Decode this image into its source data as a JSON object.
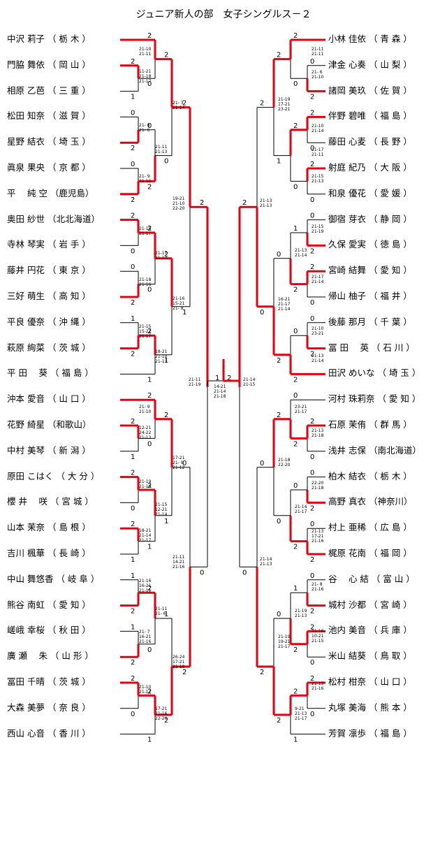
{
  "title": "ジュニア新人の部　女子シングルス－２",
  "left_players": [
    "中沢 莉子 （ 栃 木 ）",
    "門脇 舞依 （ 岡 山 ）",
    "相原 乙芭 （ 三 重 ）",
    "松田 知奈 （ 滋 賀 ）",
    "星野 結衣 （ 埼 玉 ）",
    "眞泉 果央 （ 京 都 ）",
    "平　 純 空 （鹿児島）",
    "奥田 紗世 （北北海道）",
    "寺林 琴実 （ 岩 手 ）",
    "藤井 円花 （ 東 京 ）",
    "三好 萌生 （ 高 知 ）",
    "平良 優奈 （ 沖 縄 ）",
    "萩原 絢菜 （ 茨 城 ）",
    "平 田　 葵 （ 福 島 ）",
    "沖本 愛音 （ 山 口 ）",
    "花野 綺星 （和歌山）",
    "中村 美琴 （ 新 潟 ）",
    "原田 こはく （ 大 分 ）",
    "櫻 井　 咲 （ 宮 城 ）",
    "山本 茉奈 （ 島 根 ）",
    "吉川 楓華 （ 長 崎 ）",
    "中山 舞悠香 （ 岐 阜 ）",
    "熊谷 南虹 （ 愛 知 ）",
    "嵯峨 幸桜 （ 秋 田 ）",
    "廣 瀬　 朱 （ 山 形 ）",
    "冨田 千晴 （ 茨 城 ）",
    "大森 美夢 （ 奈 良 ）",
    "西山 心音 （ 香 川 ）"
  ],
  "right_players": [
    "小林 佳依 （ 青 森 ）",
    "津金 心奏 （ 山 梨 ）",
    "諸岡 美玖 （ 佐 賀 ）",
    "伴野 碧唯 （ 福 島 ）",
    "藤田 心麦 （ 長 野 ）",
    "射庭 紀乃 （ 大 阪 ）",
    "和泉 優花 （ 愛 媛 ）",
    "御宿 芽衣 （ 静 岡 ）",
    "久保 愛実 （ 徳 島 ）",
    "宮崎 結舞 （ 愛 知 ）",
    "帰山 柚子 （ 福 井 ）",
    "後藤 那月 （ 千 葉 ）",
    "冨 田　 英 （ 石 川 ）",
    "田沢 めいな （ 埼 玉 ）",
    "河村 珠莉奈 （ 愛 知 ）",
    "石原 茉侑 （ 群 馬 ）",
    "浅井 志保 （南北海道）",
    "柏木 結衣 （ 栃 木 ）",
    "高野 真衣 （神奈川）",
    "村上 亜稀 （ 広 島 ）",
    "梶原 花南 （ 福 岡 ）",
    "谷　 心 結 （ 富 山 ）",
    "城村 沙都 （ 宮 崎 ）",
    "池内 美音 （ 兵 庫 ）",
    "米山 結葵 （ 鳥 取 ）",
    "松村 柑奈 （ 山 口 ）",
    "丸塚 美海 （ 熊 本 ）",
    "芳賀 凛歩 （ 福 島 ）"
  ],
  "scores": {
    "l_r1_a": [
      "21-10",
      "21-11"
    ],
    "l_r1_b": [
      "11-21",
      "21-18",
      "21-17"
    ],
    "l_r1_c": [
      "21- 8",
      "21- 6"
    ],
    "l_r1_d": [
      "21- 9",
      "21-16"
    ],
    "l_r1_e": [
      "21-18",
      "21-17"
    ],
    "l_r1_f": [
      "21-18",
      "21-16"
    ],
    "l_r1_g": [
      "21-15",
      "15-21",
      "21-17"
    ],
    "l_r1_h": [
      "21- 9",
      "21-10"
    ],
    "l_r1_i": [
      "12-21",
      "24-22",
      "21-13"
    ],
    "l_r1_j": [
      "21-19",
      "21-19"
    ],
    "l_r1_k": [
      "18-21",
      "21-14",
      "21-17"
    ],
    "l_r1_l": [
      "21-16",
      "16-21",
      "21-11"
    ],
    "l_r1_m": [
      "21- 7",
      "16-21",
      "21-16"
    ],
    "l_r1_n": [
      "21-10",
      "21-12"
    ],
    "l_r2_a": [
      "21- 3",
      "21-14"
    ],
    "l_r2_b": [
      "21-11",
      "21-13"
    ],
    "l_r2_c": [
      "21-17",
      "21-12"
    ],
    "l_r2_d": [
      "18-21",
      "21-10",
      "21-11"
    ],
    "l_r2_e": [
      "21-15",
      "12-21",
      "21-14"
    ],
    "l_r2_f": [
      "21-11",
      "21- 6"
    ],
    "l_r2_g": [
      "17-21",
      "21-16",
      "22-20"
    ],
    "l_r3_a": [
      "19-21",
      "21-10",
      "22-20"
    ],
    "l_r3_b": [
      "21-16",
      "15-21",
      "21- 8"
    ],
    "l_r3_c": [
      "17-21",
      "21- 9",
      "21-12"
    ],
    "l_r3_d": [
      "26-24",
      "17-21",
      "21-18"
    ],
    "l_sf_a": [
      "21-11",
      "14-21",
      "21-16"
    ],
    "l_sf_b": [
      "21-11",
      "21-19"
    ],
    "final": [
      "14-21",
      "21-14",
      "21-18"
    ],
    "r_sf_a": [
      "21-13",
      "21-13"
    ],
    "r_sf_b": [
      "21-14",
      "21-13"
    ],
    "r_f": [
      "21-14",
      "21-15"
    ],
    "r_r3_a": [
      "21-19",
      "17-21",
      "23-21"
    ],
    "r_r3_b": [
      "16-21",
      "21-17",
      "21-14"
    ],
    "r_r3_c": [
      "21-18",
      "22-20"
    ],
    "r_r3_d": [
      "21-19",
      "19-21",
      "21-17"
    ],
    "r_r2_a": [
      "21-11",
      "21-11"
    ],
    "r_r2_b": [
      "21-17",
      "21-11"
    ],
    "r_r2_c": [
      "21-13",
      "21-14"
    ],
    "r_r2_d": [
      "21-13",
      "21-14"
    ],
    "r_r2_e": [
      "21-14",
      "21-17"
    ],
    "r_r2_f": [
      "21-19",
      "21-13"
    ],
    "r_r2_g": [
      "9-21",
      "21-13",
      "21-17"
    ],
    "r_r1_a": [
      "21- 6",
      "21-10"
    ],
    "r_r1_b": [
      "21-10",
      "21-14"
    ],
    "r_r1_c": [
      "21-15",
      "21-13"
    ],
    "r_r1_d": [
      "21-15",
      "21-19"
    ],
    "r_r1_e": [
      "21-17",
      "21-14"
    ],
    "r_r1_f": [
      "21-10",
      "23-21"
    ],
    "r_r1_g": [
      "23-21",
      "21-17"
    ],
    "r_r1_h": [
      "21-13",
      "21-18"
    ],
    "r_r1_i": [
      "22-20",
      "21-18"
    ],
    "r_r1_j": [
      "21-13",
      "17-21",
      "21-16"
    ],
    "r_r1_k": [
      "21- 8",
      "21-16"
    ],
    "r_r1_l": [
      "21-16",
      "10-21",
      "21-15"
    ],
    "r_r1_m": [
      "21-13",
      "21-16"
    ]
  }
}
